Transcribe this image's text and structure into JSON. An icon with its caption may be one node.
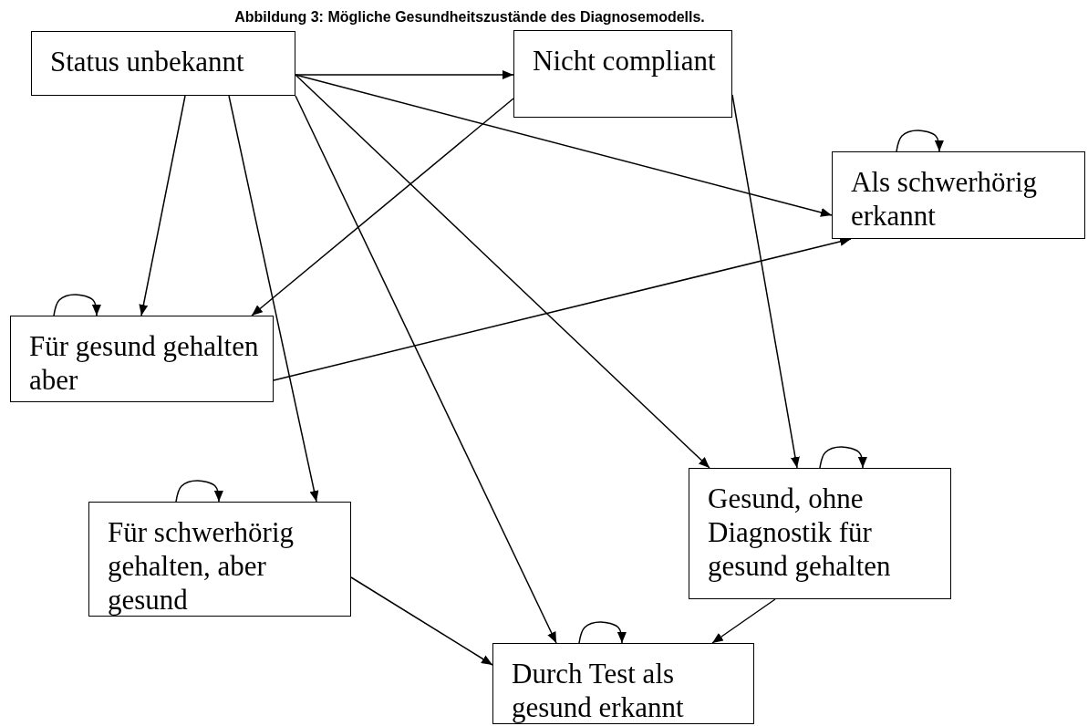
{
  "diagram": {
    "title": "Abbildung 3: Mögliche Gesundheitszustände des Diagnosemodells.",
    "nodes": [
      {
        "text": [
          "Status unbekannt"
        ]
      },
      {
        "text": [
          "Nicht compliant"
        ]
      },
      {
        "text": [
          "Als schwerhörig erkannt"
        ]
      },
      {
        "text": [
          "Für gesund gehalten aber"
        ]
      },
      {
        "text": [
          "Für schwerhörig gehalten, aber gesund"
        ]
      },
      {
        "text": [
          "Gesund, ohne Diagnostik für gesund gehalten"
        ]
      },
      {
        "text": [
          "Durch Test als gesund erkannt"
        ]
      }
    ],
    "edges": [
      {
        "from": 0,
        "to": 1,
        "arrow": "to"
      },
      {
        "from": 0,
        "to": 2,
        "arrow": "to"
      },
      {
        "from": 0,
        "to": 3,
        "arrow": "to"
      },
      {
        "from": 0,
        "to": 4,
        "arrow": "to"
      },
      {
        "from": 0,
        "to": 5,
        "arrow": "to"
      },
      {
        "from": 0,
        "to": 6,
        "arrow": "to"
      },
      {
        "from": 1,
        "to": 3,
        "arrow": "to"
      },
      {
        "from": 1,
        "to": 5,
        "arrow": "to"
      },
      {
        "from": 3,
        "to": 2,
        "arrow": "to"
      },
      {
        "from": 4,
        "to": 6,
        "arrow": "to"
      },
      {
        "from": 5,
        "to": 6,
        "arrow": "to"
      },
      {
        "from": 2,
        "to": 2,
        "arrow": "to"
      },
      {
        "from": 3,
        "to": 3,
        "arrow": "to"
      },
      {
        "from": 4,
        "to": 4,
        "arrow": "to"
      },
      {
        "from": 5,
        "to": 5,
        "arrow": "to"
      },
      {
        "from": 6,
        "to": 6,
        "arrow": "to"
      }
    ]
  }
}
